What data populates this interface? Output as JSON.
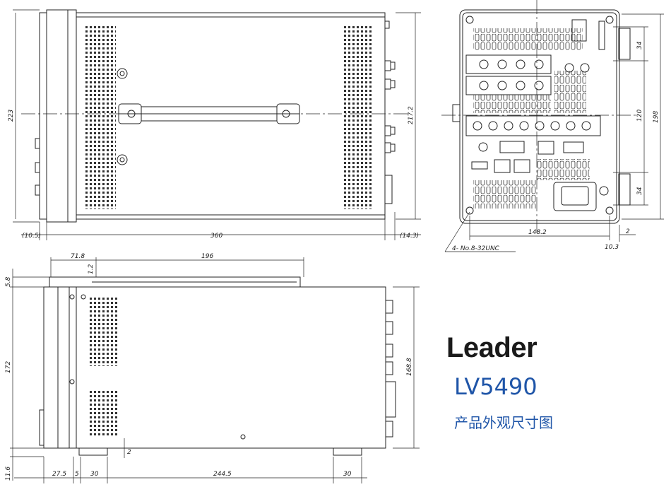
{
  "brand": "Leader",
  "model": "LV5490",
  "subtitle": "产品外观尺寸图",
  "colors": {
    "line": "#222222",
    "accent": "#1f55a8",
    "vent": "#333333"
  },
  "dimensions": {
    "top_view": {
      "left_offset": "(10.5)",
      "length": "360",
      "right_offset": "(14.3)",
      "height_left": "223",
      "height_right": "217.2"
    },
    "rear_view": {
      "top_gap": "34",
      "hole_pitch": "120",
      "bottom_gap": "34",
      "height": "198",
      "width": "148.2",
      "edge": "2",
      "side": "10.3",
      "screw_note": "4- No.8-32UNC"
    },
    "side_view": {
      "offset": "71.8",
      "handle": "196",
      "small": "1.2",
      "top_step": "5.8",
      "height_left": "172",
      "height_right": "168.8",
      "foot_gap": "2",
      "bottom_height": "11.6",
      "front_overhang": "27.5",
      "front_small": "5",
      "foot_a": "30",
      "span": "244.5",
      "foot_b": "30"
    }
  }
}
